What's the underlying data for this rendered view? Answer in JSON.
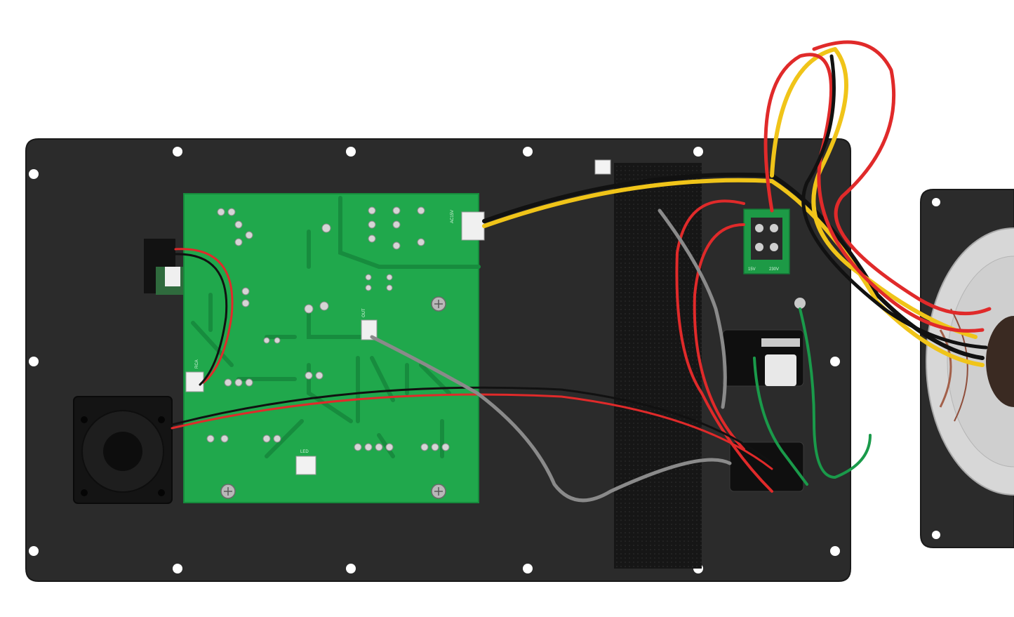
{
  "labels": {
    "ac_input": "AC15V",
    "audio_out": "OUT",
    "rca_input": "RCA",
    "led_header": "LED",
    "fuse_board_left": "15V",
    "fuse_board_right": "230V"
  },
  "colors": {
    "background": "#ffffff",
    "metal_plate": "#2a2a2a",
    "pcb_green": "#1fa64a",
    "wire_red": "#e02a2a",
    "wire_yellow": "#f0c419",
    "wire_black": "#111111",
    "wire_grey": "#8a8a8a",
    "wire_green": "#1a9a4a",
    "velcro_strip": "#181818"
  }
}
